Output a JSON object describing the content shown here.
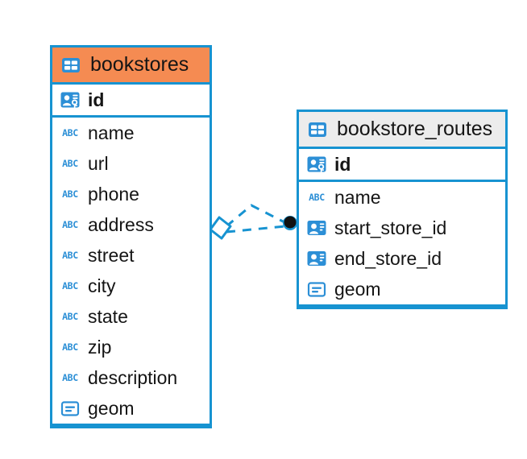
{
  "diagram": {
    "type": "entity-relationship-diagram",
    "background": "#ffffff",
    "accent_color": "#1793D1",
    "selected_header_color": "#F58B52",
    "header_color": "#ECECEC",
    "icon_color": "#2C8FD6"
  },
  "entities": [
    {
      "name": "bookstores",
      "selected": true,
      "table_icon": "table-icon",
      "primary_keys": [
        {
          "name": "id",
          "icon": "primary-key-icon",
          "type": "key"
        }
      ],
      "fields": [
        {
          "name": "name",
          "icon": "text-type-icon",
          "type": "text"
        },
        {
          "name": "url",
          "icon": "text-type-icon",
          "type": "text"
        },
        {
          "name": "phone",
          "icon": "text-type-icon",
          "type": "text"
        },
        {
          "name": "address",
          "icon": "text-type-icon",
          "type": "text"
        },
        {
          "name": "street",
          "icon": "text-type-icon",
          "type": "text"
        },
        {
          "name": "city",
          "icon": "text-type-icon",
          "type": "text"
        },
        {
          "name": "state",
          "icon": "text-type-icon",
          "type": "text"
        },
        {
          "name": "zip",
          "icon": "text-type-icon",
          "type": "text"
        },
        {
          "name": "description",
          "icon": "text-type-icon",
          "type": "text"
        },
        {
          "name": "geom",
          "icon": "geometry-type-icon",
          "type": "geometry"
        }
      ]
    },
    {
      "name": "bookstore_routes",
      "selected": false,
      "table_icon": "table-icon",
      "primary_keys": [
        {
          "name": "id",
          "icon": "primary-key-icon",
          "type": "key"
        }
      ],
      "fields": [
        {
          "name": "name",
          "icon": "text-type-icon",
          "type": "text"
        },
        {
          "name": "start_store_id",
          "icon": "foreign-key-icon",
          "type": "reference"
        },
        {
          "name": "end_store_id",
          "icon": "foreign-key-icon",
          "type": "reference"
        },
        {
          "name": "geom",
          "icon": "geometry-type-icon",
          "type": "geometry"
        }
      ]
    }
  ],
  "relationship": {
    "from_entity": "bookstores",
    "to_entity": "bookstore_routes",
    "line_style": "dashed",
    "line_color": "#1793D1",
    "source_marker": "diamond-marker",
    "target_marker": "circle-marker"
  }
}
